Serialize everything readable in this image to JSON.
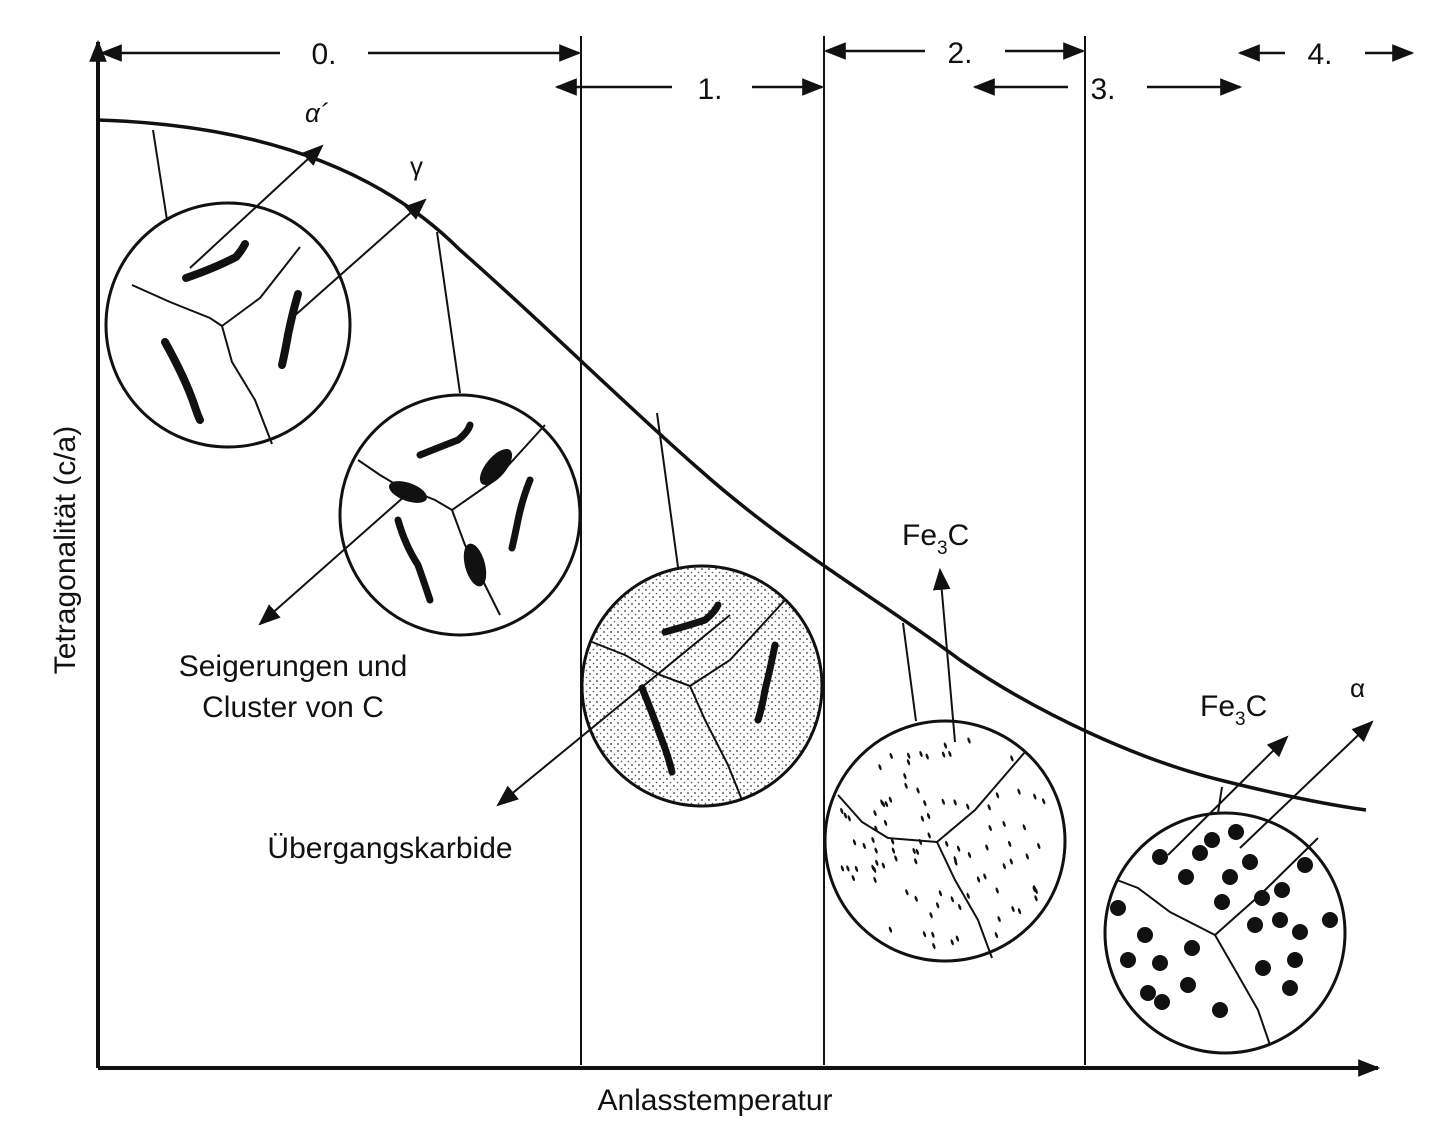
{
  "axes": {
    "x_label": "Anlasstemperatur",
    "y_label": "Tetragonalität (c/a)"
  },
  "stages": [
    "0.",
    "1.",
    "2.",
    "3.",
    "4."
  ],
  "phases": {
    "alpha_prime": "α´",
    "gamma": "γ",
    "alpha": "α",
    "fe3c_fe": "Fe",
    "fe3c_sub": "3",
    "fe3c_c": "C"
  },
  "annotations": {
    "segregation_line1": "Seigerungen und",
    "segregation_line2": "Cluster von C",
    "transition_carbides": "Übergangskarbide"
  },
  "colors": {
    "ink": "#111111",
    "background": "#ffffff"
  }
}
